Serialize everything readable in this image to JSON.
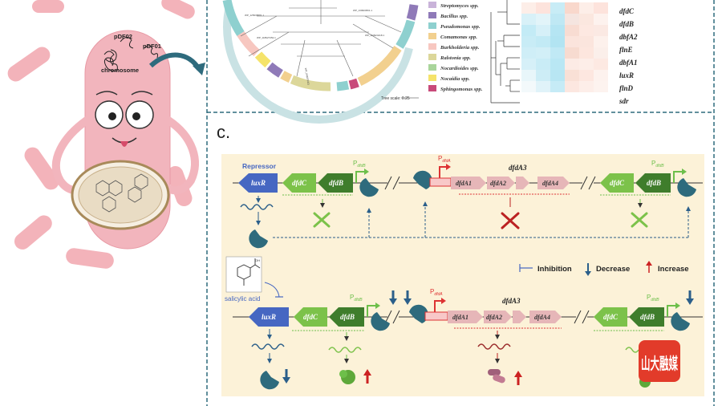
{
  "cartoon": {
    "plasmid1": "pDF02",
    "plasmid2": "pDF01",
    "chromosome": "chromosome"
  },
  "tree_legend": {
    "items": [
      {
        "label": "Streptomyces spp.",
        "color": "#c9b3d9"
      },
      {
        "label": "Bacillus spp.",
        "color": "#8f7ab8"
      },
      {
        "label": "Pseudomonas spp.",
        "color": "#8ed0cf"
      },
      {
        "label": "Comamonas spp.",
        "color": "#f2d08f"
      },
      {
        "label": "Burkholderia spp.",
        "color": "#f7c7c0"
      },
      {
        "label": "Ralstonia spp.",
        "color": "#dcd79a"
      },
      {
        "label": "Nocardioides spp.",
        "color": "#a9d59b"
      },
      {
        "label": "Nocaidia spp.",
        "color": "#f5e36b"
      },
      {
        "label": "Sphingomonas spp.",
        "color": "#c84a7a"
      }
    ],
    "scale": "Tree scale: 0.25"
  },
  "heatmap": {
    "rows": [
      "dfdC",
      "dfdB",
      "dbfA2",
      "flnE",
      "dbfA1",
      "luxR",
      "flnD",
      "sdr"
    ]
  },
  "panel_label": "c.",
  "legend": {
    "inhibition": "Inhibition",
    "decrease": "Decrease",
    "increase": "Increase"
  },
  "top_row": {
    "repressor": "Repressor",
    "luxR": "luxR",
    "dfdC": "dfdC",
    "dfdB": "dfdB",
    "promoter_left": "P",
    "promoter_left_sub": "dfdB",
    "promoter_mid": "P",
    "promoter_mid_sub": "dfdA",
    "dfdA3": "dfdA3",
    "dfdA1": "dfdA1",
    "dfdA2": "dfdA2",
    "dfdA4": "dfdA4",
    "promoter_right": "P",
    "promoter_right_sub": "dfdB",
    "dfdC_r": "dfdC",
    "dfdB_r": "dfdB"
  },
  "bottom_row": {
    "salicylic": "salicylic acid",
    "luxR": "luxR",
    "dfdC": "dfdC",
    "dfdB": "dfdB",
    "promoter_left": "P",
    "promoter_left_sub": "dfdB",
    "promoter_mid": "P",
    "promoter_mid_sub": "dfdA",
    "dfdA3": "dfdA3",
    "dfdA1": "dfdA1",
    "dfdA2": "dfdA2",
    "dfdA4": "dfdA4",
    "promoter_right": "P",
    "promoter_right_sub": "dfdB",
    "dfdC_r": "dfdC",
    "dfdB_r": "dfdB"
  },
  "watermark": "山大融媒"
}
